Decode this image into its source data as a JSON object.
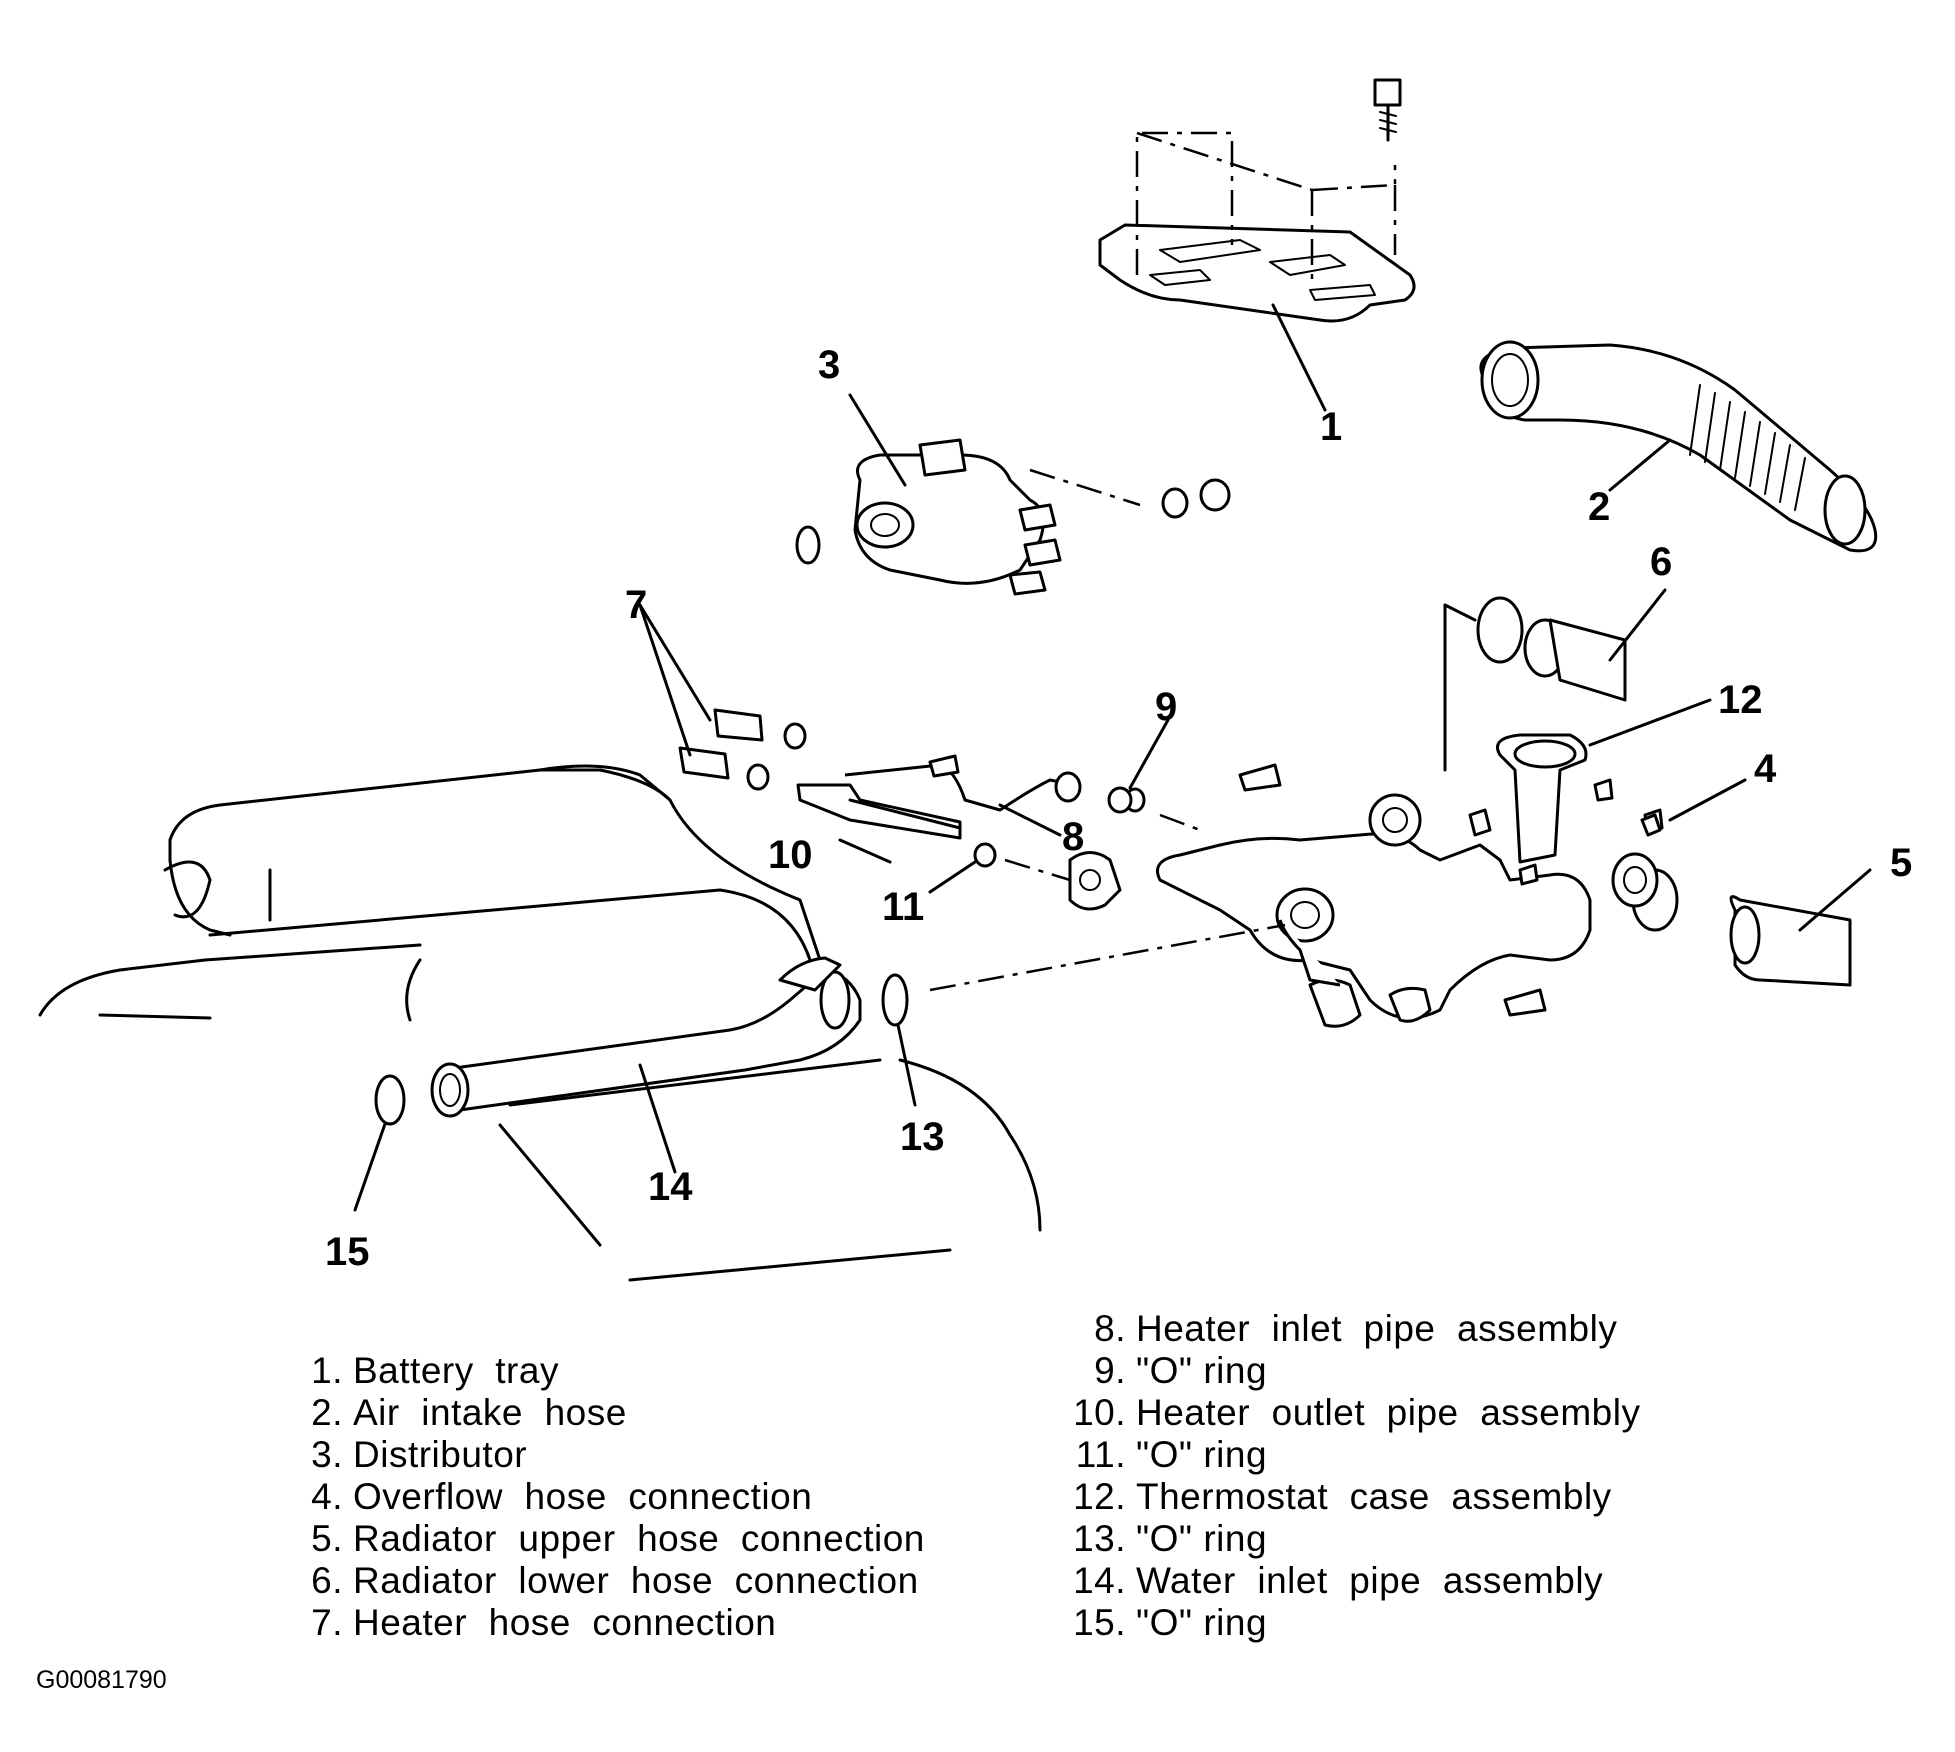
{
  "diagram": {
    "callouts": [
      "1",
      "2",
      "3",
      "4",
      "5",
      "6",
      "7",
      "8",
      "9",
      "10",
      "11",
      "12",
      "13",
      "14",
      "15"
    ]
  },
  "legend_left": [
    {
      "num": "1.",
      "text": "Battery  tray"
    },
    {
      "num": "2.",
      "text": "Air  intake  hose"
    },
    {
      "num": "3.",
      "text": "Distributor"
    },
    {
      "num": "4.",
      "text": "Overflow  hose  connection"
    },
    {
      "num": "5.",
      "text": "Radiator  upper  hose  connection"
    },
    {
      "num": "6.",
      "text": "Radiator  lower  hose  connection"
    },
    {
      "num": "7.",
      "text": "Heater  hose  connection"
    }
  ],
  "legend_right": [
    {
      "num": "8.",
      "text": "Heater  inlet  pipe  assembly"
    },
    {
      "num": "9.",
      "text": "\"O\" ring"
    },
    {
      "num": "10.",
      "text": "Heater  outlet  pipe  assembly"
    },
    {
      "num": "11.",
      "text": "\"O\" ring"
    },
    {
      "num": "12.",
      "text": "Thermostat  case  assembly"
    },
    {
      "num": "13.",
      "text": "\"O\" ring"
    },
    {
      "num": "14.",
      "text": "Water  inlet  pipe  assembly"
    },
    {
      "num": "15.",
      "text": "\"O\" ring"
    }
  ],
  "figure_id": "G00081790"
}
